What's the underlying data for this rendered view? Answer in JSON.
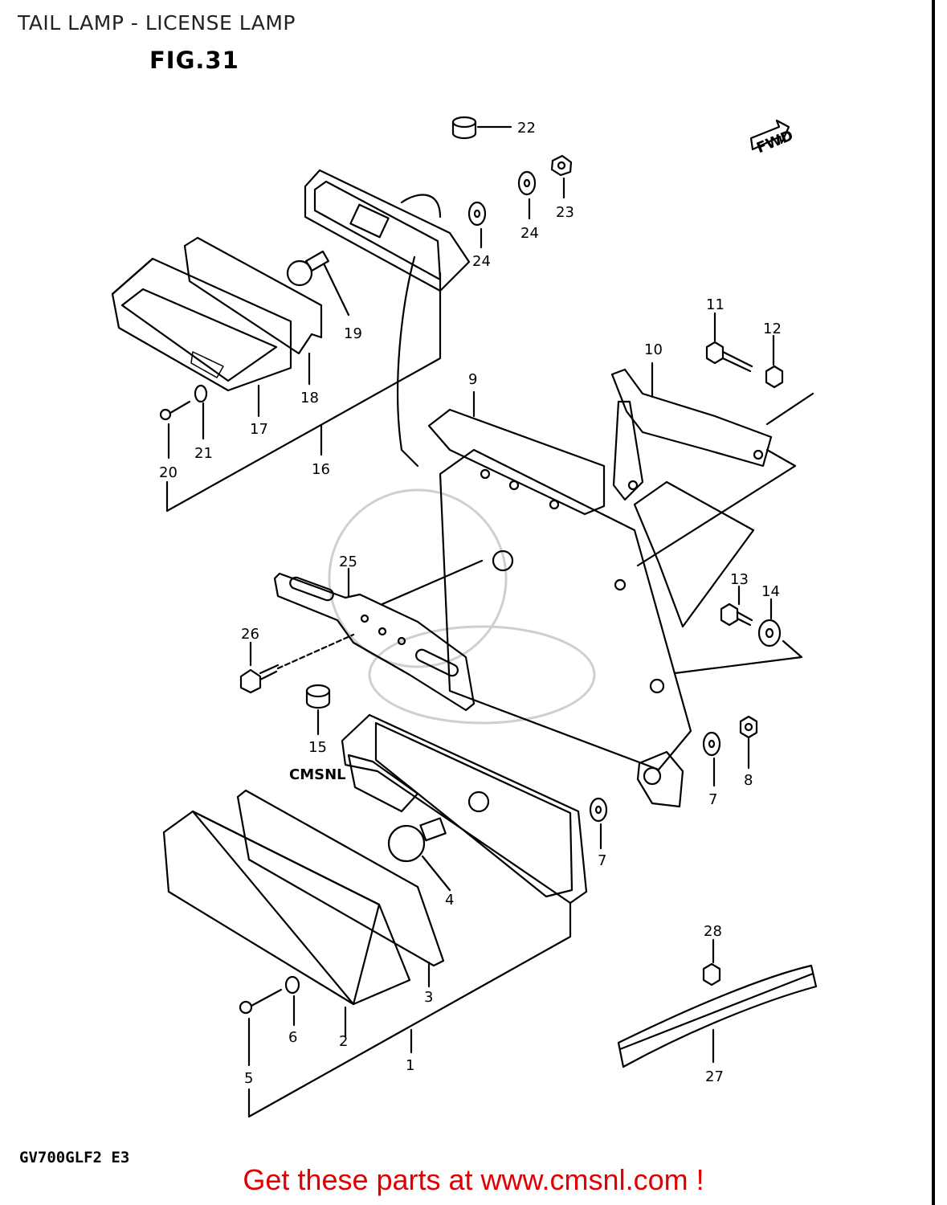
{
  "header": {
    "title": "TAIL LAMP - LICENSE LAMP",
    "figure": "FIG.31"
  },
  "diagram": {
    "fwd_label": "FWD",
    "watermark": "CMSNL",
    "part_numbers": {
      "p1": "1",
      "p2": "2",
      "p3": "3",
      "p4": "4",
      "p5": "5",
      "p6": "6",
      "p7a": "7",
      "p7b": "7",
      "p8": "8",
      "p9": "9",
      "p10": "10",
      "p11": "11",
      "p12": "12",
      "p13": "13",
      "p14": "14",
      "p15": "15",
      "p16": "16",
      "p17": "17",
      "p18": "18",
      "p19": "19",
      "p20": "20",
      "p21": "21",
      "p22": "22",
      "p23": "23",
      "p24a": "24",
      "p24b": "24",
      "p25": "25",
      "p26": "26",
      "p27": "27",
      "p28": "28"
    }
  },
  "footer": {
    "model_code": "GV700GLF2  E3",
    "cta": "Get these parts at www.cmsnl.com !"
  }
}
